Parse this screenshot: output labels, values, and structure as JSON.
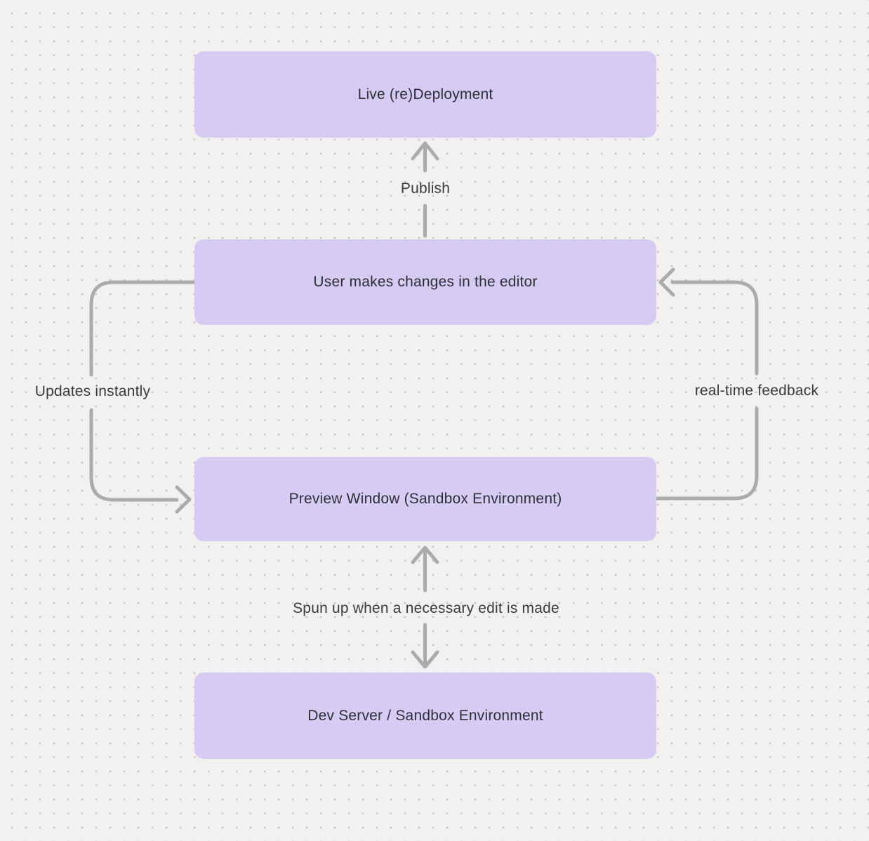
{
  "diagram": {
    "nodes": [
      {
        "id": "live-redeployment",
        "label": "Live (re)Deployment"
      },
      {
        "id": "user-editor",
        "label": "User makes changes in the editor"
      },
      {
        "id": "preview-window",
        "label": "Preview Window (Sandbox Environment)"
      },
      {
        "id": "dev-server",
        "label": "Dev Server / Sandbox Environment"
      }
    ],
    "edges": [
      {
        "from": "user-editor",
        "to": "live-redeployment",
        "label": "Publish",
        "direction": "up",
        "side": "center"
      },
      {
        "from": "user-editor",
        "to": "preview-window",
        "label": "Updates instantly",
        "direction": "down-then-right",
        "side": "left"
      },
      {
        "from": "preview-window",
        "to": "user-editor",
        "label": "real-time feedback",
        "direction": "up-then-left",
        "side": "right"
      },
      {
        "from": "dev-server",
        "to": "preview-window",
        "label": "Spun up when a necessary edit is made",
        "direction": "bidirectional",
        "side": "center"
      }
    ],
    "colors": {
      "background": "#f2f1f0",
      "grid_dot": "#c6c6c6",
      "node_fill": "#d6ccf3",
      "node_text": "#2e2e38",
      "connector": "#ababab",
      "label_text": "#3b3b3f"
    }
  }
}
